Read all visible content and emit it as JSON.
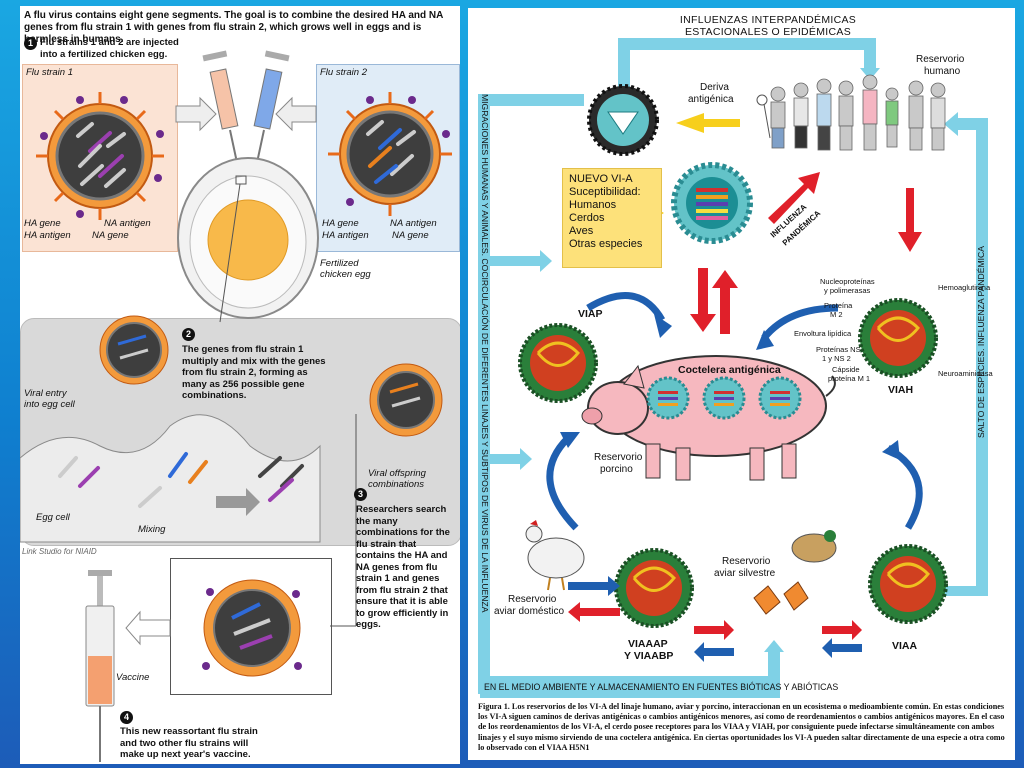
{
  "left": {
    "intro": "A flu virus contains eight gene segments. The goal is to combine the desired HA and NA genes from flu strain 1 with genes from flu strain 2, which grows well in eggs and is harmless in humans.",
    "step1": {
      "num": "1",
      "text": "Flu strains 1 and 2 are injected into a fertilized chicken egg."
    },
    "strain1_label": "Flu strain 1",
    "strain2_label": "Flu strain 2",
    "strain1_gene_labels": {
      "ha_gene": "HA gene",
      "na_antigen": "NA antigen",
      "ha_antigen": "HA antigen",
      "na_gene": "NA gene"
    },
    "strain2_gene_labels": {
      "ha_gene": "HA gene",
      "na_antigen": "NA antigen",
      "ha_antigen": "HA antigen",
      "na_gene": "NA gene"
    },
    "egg_label": "Fertilized chicken egg",
    "step2": {
      "num": "2",
      "text": "The genes from flu strain 1 multiply and mix with the genes from flu strain 2, forming as many as 256 possible gene combinations."
    },
    "viral_entry_label": "Viral entry into egg cell",
    "viral_offspring_label": "Viral offspring combinations",
    "egg_cell_label": "Egg cell",
    "mixing_label": "Mixing",
    "credit": "Link Studio for NIAID",
    "step3": {
      "num": "3",
      "text": "Researchers search the many combinations for the flu strain that contains the HA and NA genes from flu strain 1 and genes from flu strain 2 that ensure that it is able to grow efficiently in eggs."
    },
    "vaccine_label": "Vaccine",
    "step4": {
      "num": "4",
      "text": "This new reassortant flu strain and two other flu strains will make up next year's vaccine."
    }
  },
  "right": {
    "title_line1": "INFLUENZAS INTERPANDÉMICAS",
    "title_line2": "ESTACIONALES O EPIDÉMICAS",
    "deriva_line1": "Deriva",
    "deriva_line2": "antigénica",
    "reservorio_humano_line1": "Reservorio",
    "reservorio_humano_line2": "humano",
    "yellow_box": [
      "NUEVO VI-A",
      "Suceptibilidad:",
      "Humanos",
      "Cerdos",
      "Aves",
      "Otras especies"
    ],
    "influenza_pandemica_line1": "INFLUENZA",
    "influenza_pandemica_line2": "PANDÉMICA",
    "left_vertical": "MIGRACIONES HUMANAS Y ANIMALES. COCIRCULACIÓN DE DIFERENTES LINAJES Y SUBTIPOS DE VIRUS DE LA INFLUENZA",
    "right_vertical": "SALTO DE ESPECIES. INFLUENZA PANDÉMICA",
    "viap": "VIAP",
    "viah": "VIAH",
    "coctelera": "Coctelera antigénica",
    "reservorio_porcino_line1": "Reservorio",
    "reservorio_porcino_line2": "porcino",
    "virus_parts": {
      "nucleoproteinas_line1": "Nucleoproteínas",
      "nucleoproteinas_line2": "y polimerasas",
      "hemoaglutinina": "Hemoaglutinina",
      "proteina_m2_line1": "Proteína",
      "proteina_m2_line2": "M 2",
      "envoltura": "Envoltura lipídica",
      "proteinas_ns_line1": "Proteínas NS",
      "proteinas_ns_line2": "1 y NS 2",
      "capside_line1": "Cápside",
      "capside_line2": "proteína M 1",
      "neuroaminidasa": "Neuroaminidasa"
    },
    "reservorio_aviar_silvestre_line1": "Reservorio",
    "reservorio_aviar_silvestre_line2": "aviar silvestre",
    "reservorio_aviar_domestico_line1": "Reservorio",
    "reservorio_aviar_domestico_line2": "aviar doméstico",
    "viaaap_line1": "VIAAAP",
    "viaaap_line2": "Y VIAABP",
    "viaa": "VIAA",
    "bottom_band": "EN EL MEDIO AMBIENTE Y ALMACENAMIENTO EN FUENTES BIÓTICAS Y ABIÓTICAS",
    "caption": "Figura 1. Los reservorios de los VI-A del linaje humano, aviar y porcino, interaccionan en un ecosistema o medioambiente común. En estas condiciones los VI-A siguen caminos de derivas antigénicas o cambios antigénicos menores, así como de reordenamientos o cambios antigénicos mayores. En el caso de los reordenamientos de los VI-A, el cerdo posee receptores para los VIAA y VIAH, por consiguiente puede infectarse simultáneamente con ambos linajes y el suyo mismo sirviendo de una coctelera antigénica. En ciertas oportunidades los VI-A pueden saltar directamente de una especie a otra como lo observado con el VIAA H5N1"
  },
  "colors": {
    "background": "#1aa7e2",
    "cyan_band": "#7fd1e6",
    "red_arrow": "#e0202a",
    "blue_arrow": "#1f5fb0",
    "yellow": "#fde17a",
    "pig_pink": "#f6b8bf",
    "virus_teal": "#63c3c8"
  }
}
